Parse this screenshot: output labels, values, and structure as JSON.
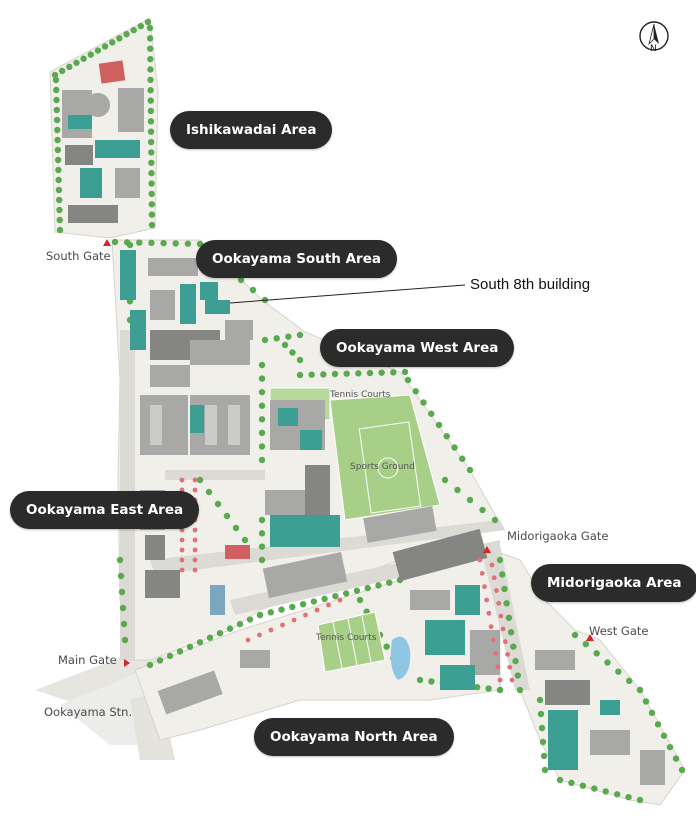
{
  "compass": {
    "north_label": "N",
    "icon": "compass-north-arrow-icon"
  },
  "areas": {
    "ishikawadai": "Ishikawadai Area",
    "ookayama_south": "Ookayama South Area",
    "ookayama_west": "Ookayama West Area",
    "ookayama_east": "Ookayama East Area",
    "midorigaoka": "Midorigaoka Area",
    "ookayama_north": "Ookayama North Area"
  },
  "gates": {
    "south_gate": "South Gate",
    "main_gate": "Main Gate",
    "midorigaoka_gate": "Midorigaoka Gate",
    "west_gate": "West Gate"
  },
  "places": {
    "station": "Ookayama Stn.",
    "tennis_courts_west": "Tennis Courts",
    "sports_ground": "Sports Ground",
    "tennis_courts_north": "Tennis Courts"
  },
  "callout": {
    "label": "South 8th building"
  },
  "colors": {
    "campus": "#f1efe9",
    "road": "#dcdad4",
    "building": "#a8a8a6",
    "building_dark": "#858583",
    "highlight_building": "#3d9f93",
    "field": "#a7cf88",
    "tree": "#5aa84f",
    "gate_marker": "#d32626",
    "label_bg": "#2b2b2b",
    "label_text": "#ffffff"
  }
}
